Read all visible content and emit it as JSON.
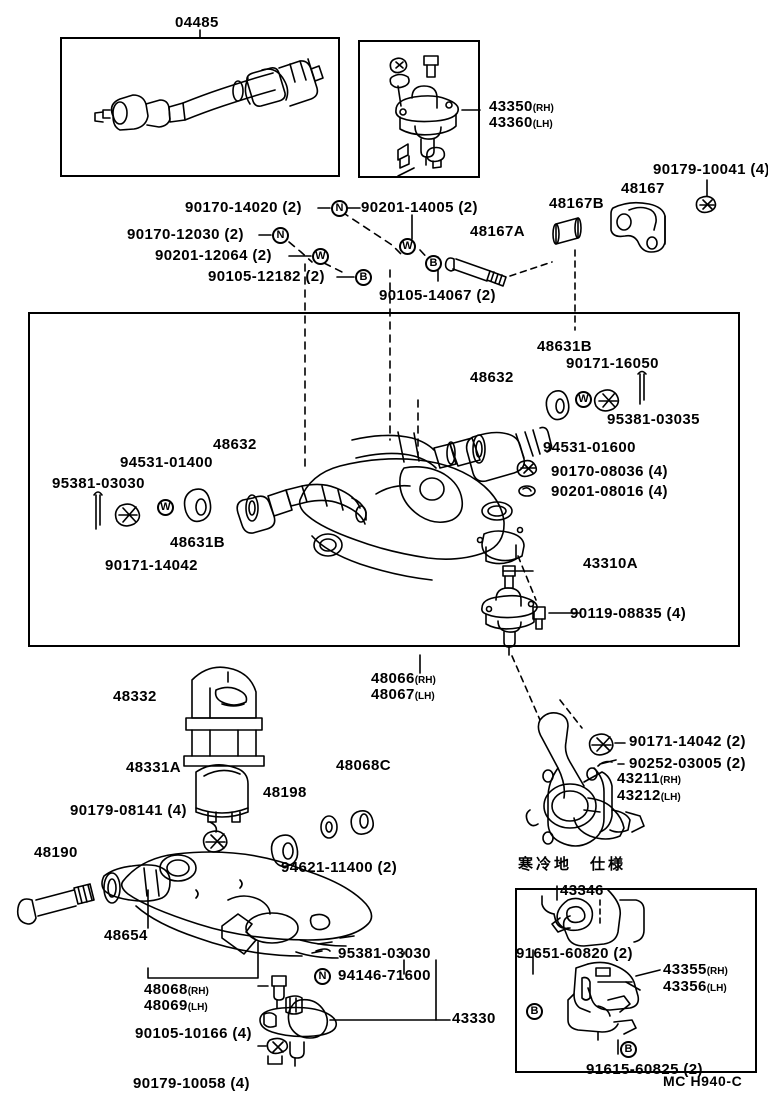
{
  "document": {
    "type": "Toyota parts catalog illustration",
    "footer_code": "MC H940-C",
    "inset_title_jp": "寒冷地　仕様"
  },
  "top_boxes": {
    "kit_box": {
      "label": "04485"
    },
    "ball_joint_box": {
      "label_rh": "43350",
      "suffix_rh": "(RH)",
      "label_lh": "43360",
      "suffix_lh": "(LH)"
    }
  },
  "fastener_cluster": {
    "items": [
      {
        "text": "90170-14020 (2)",
        "symbol": "N"
      },
      {
        "text": "90170-12030 (2)",
        "symbol": "N"
      },
      {
        "text": "90201-12064 (2)",
        "symbol": "W"
      },
      {
        "text": "90105-12182 (2)",
        "symbol": "B"
      },
      {
        "text": "90201-14005 (2)",
        "symbol": "W"
      },
      {
        "text": "90105-14067 (2)",
        "symbol": "B"
      }
    ]
  },
  "upper_right_parts": {
    "bolt": "48167A",
    "collar": "48167B",
    "bracket": "48167",
    "nut": "90179-10041 (4)"
  },
  "main_box": {
    "bush_right": "48632",
    "bush_left": "48632",
    "washer_right": "48631B",
    "washer_left": "48631B",
    "nut_right": "90171-16050",
    "pin_right": "95381-03035",
    "washer_mark_right": "94531-01600",
    "washer_mark_left": "94531-01400",
    "pin_left": "95381-03030",
    "nut_left": "90171-14042",
    "nut_qty": "90170-08036 (4)",
    "washer_qty": "90201-08016 (4)",
    "upper_ball_joint": "43310A",
    "ball_joint_bolt": "90119-08835 (4)",
    "arm_rh": "48066",
    "arm_rh_suffix": "(RH)",
    "arm_lh": "48067",
    "arm_lh_suffix": "(LH)"
  },
  "bumper_group": {
    "cover": "48332",
    "bumper": "48331A",
    "nut": "90179-08141 (4)",
    "washer_48198": "48198",
    "washer_94621": "94621-11400 (2)",
    "bush_48068c": "48068C"
  },
  "lower_arm_group": {
    "bolt": "48190",
    "bush": "48654",
    "arm_rh": "48068",
    "arm_rh_suffix": "(RH)",
    "arm_lh": "48069",
    "arm_lh_suffix": "(LH)",
    "grease_fitting": "90105-10166 (4)",
    "nut": "90179-10058 (4)",
    "cotter_pin": "95381-03030",
    "boot_nut": "94146-71600",
    "boot_nut_symbol": "N",
    "lower_ball_joint": "43330"
  },
  "knuckle_group": {
    "nut": "90171-14042 (2)",
    "pin": "90252-03005 (2)",
    "knuckle_rh": "43211",
    "knuckle_rh_suffix": "(RH)",
    "knuckle_lh": "43212",
    "knuckle_lh_suffix": "(LH)"
  },
  "cold_spec_inset": {
    "cap": "43346",
    "screw_top": "91651-60820 (2)",
    "screw_top_symbol": "B",
    "cover_rh": "43355",
    "cover_rh_suffix": "(RH)",
    "cover_lh": "43356",
    "cover_lh_suffix": "(LH)",
    "screw_bottom": "91615-60825 (2)",
    "screw_bottom_symbol": "B"
  }
}
